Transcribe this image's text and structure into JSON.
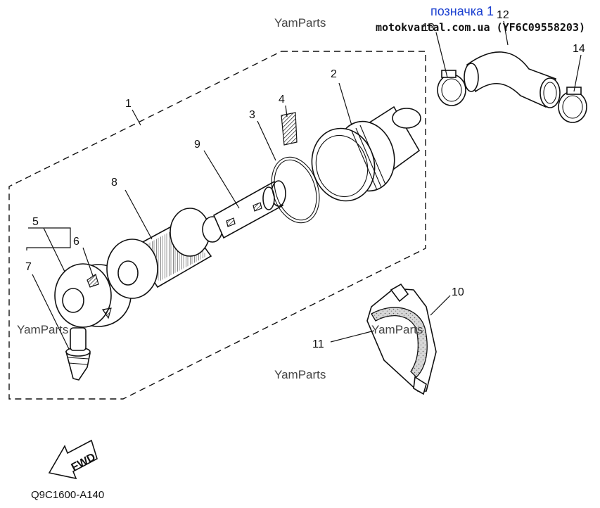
{
  "header": {
    "marker": "позначка 1",
    "source": "motokvartal.com.ua (YF6C09558203)"
  },
  "watermarks": [
    "YamParts",
    "YamParts",
    "YamParts",
    "YamParts"
  ],
  "callouts": [
    "1",
    "2",
    "3",
    "4",
    "5",
    "6",
    "7",
    "8",
    "9",
    "10",
    "11",
    "12",
    "13",
    "14"
  ],
  "fwd_label": "FWD",
  "diagram_code": "Q9C1600-A140"
}
